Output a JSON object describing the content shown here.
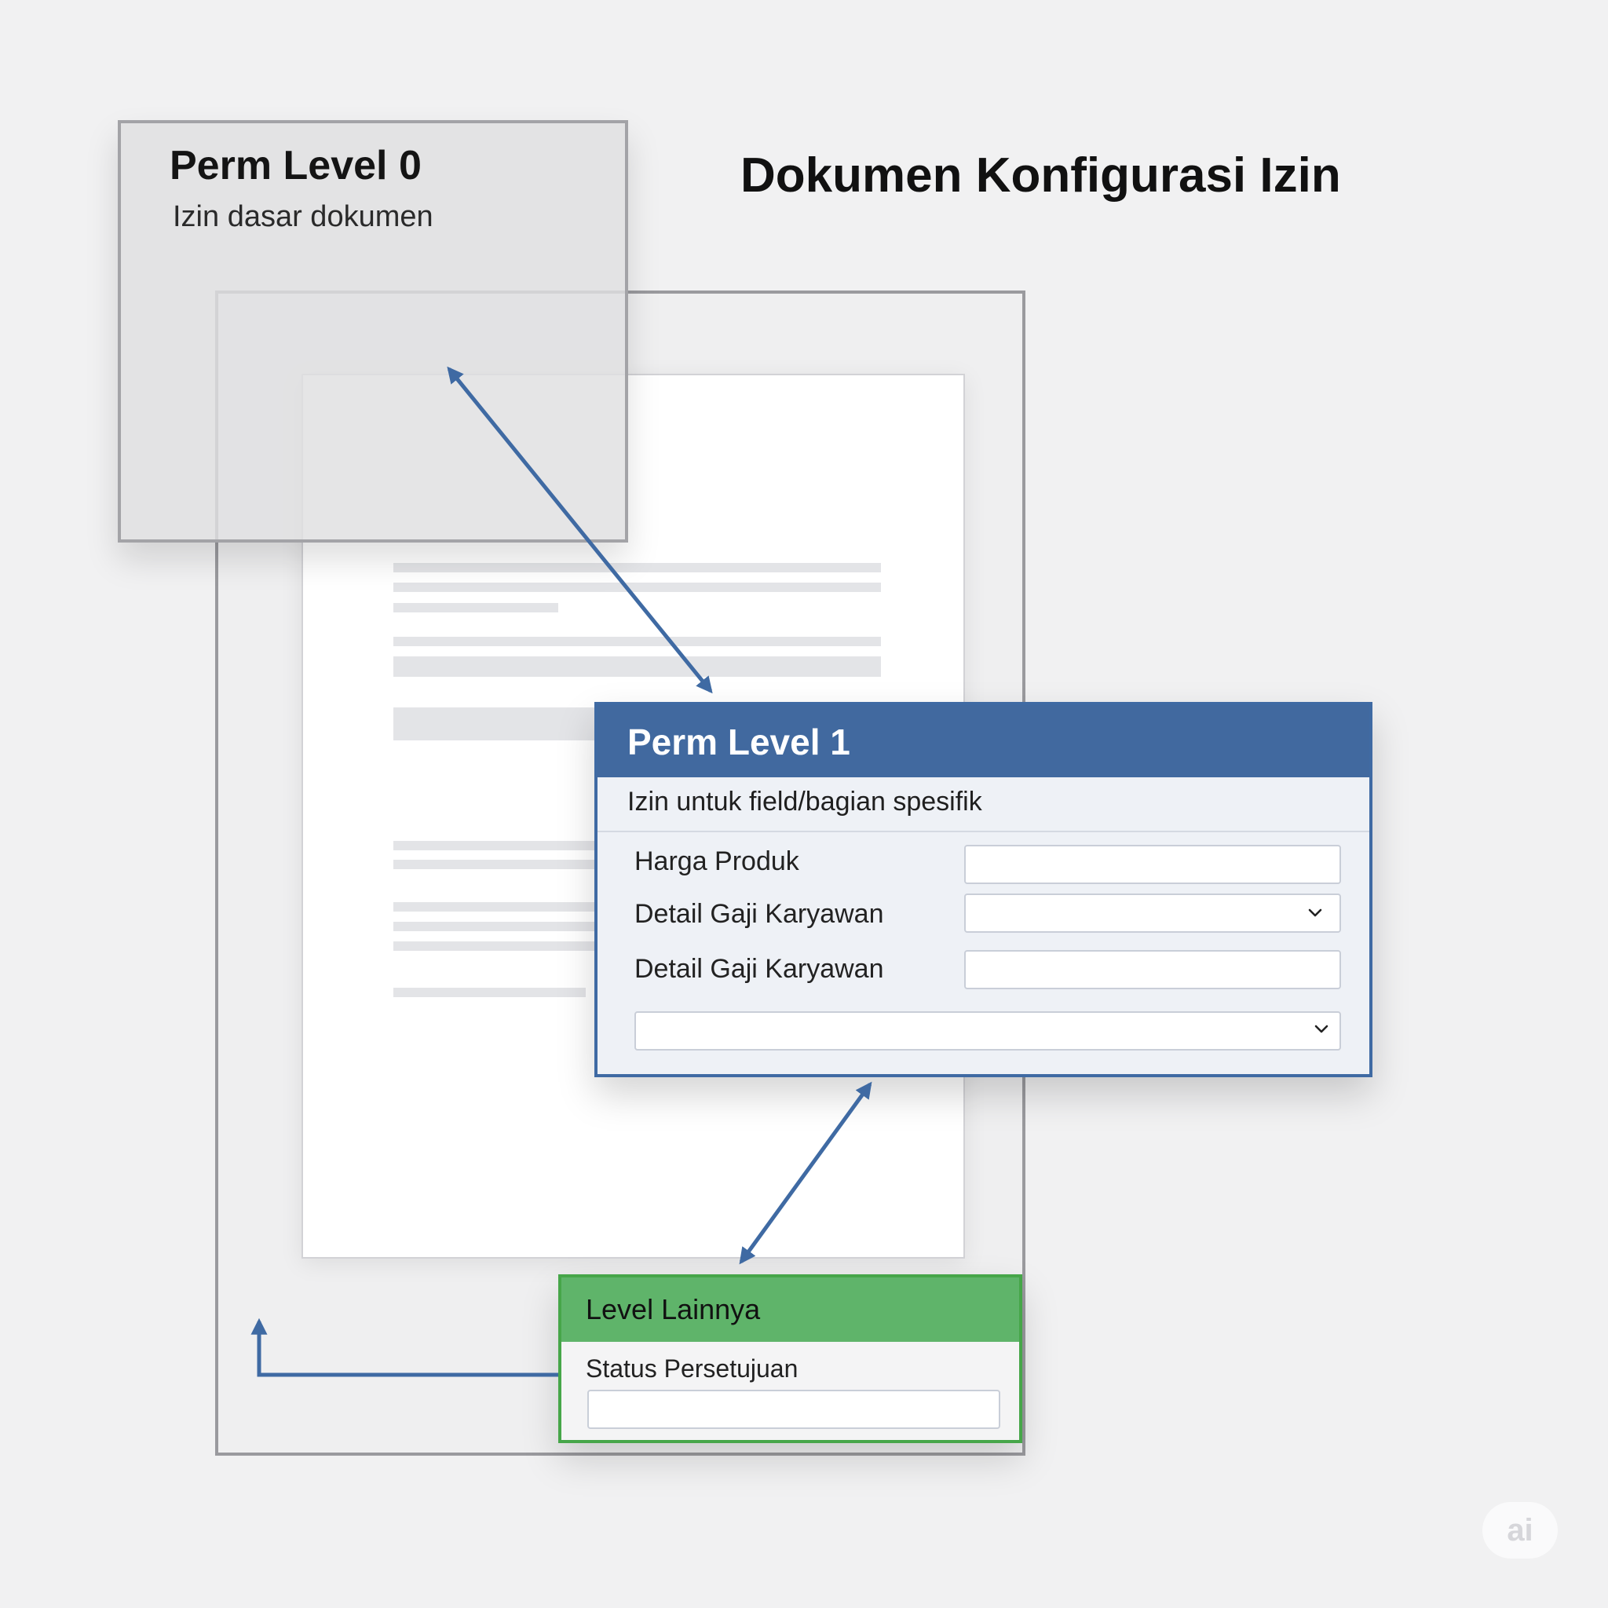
{
  "title": "Dokumen Konfigurasi Izin",
  "level0": {
    "title": "Perm Level 0",
    "description": "Izin dasar dokumen"
  },
  "level1": {
    "title": "Perm Level 1",
    "description": "Izin untuk field/bagian spesifik",
    "fields": [
      {
        "label": "Harga Produk",
        "control": "text"
      },
      {
        "label": "Detail Gaji Karyawan",
        "control": "select"
      },
      {
        "label": "Detail Gaji Karyawan",
        "control": "text"
      }
    ],
    "extra_select": ""
  },
  "other_level": {
    "title": "Level Lainnya",
    "field_label": "Status Persetujuan"
  },
  "colors": {
    "level1_accent": "#41699f",
    "other_accent": "#5fb46a",
    "arrow": "#3f6aa3"
  },
  "icons": [
    "chevron-down-icon",
    "arrow"
  ],
  "badge": "ai"
}
